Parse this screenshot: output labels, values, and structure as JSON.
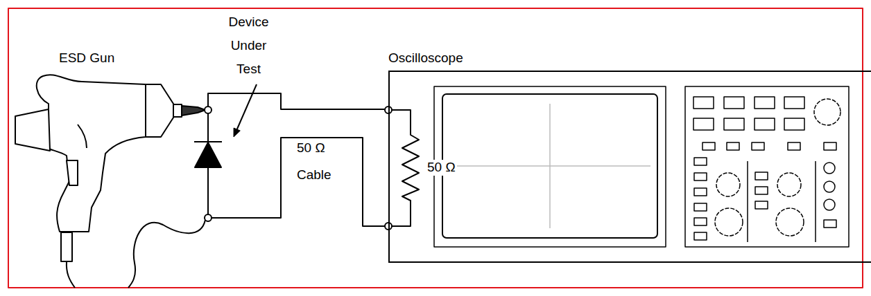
{
  "diagram": {
    "nodes": [
      {
        "text": [
          "Oscilloscope"
        ]
      }
    ],
    "labels": [
      "ESD Gun",
      "Device Under Test",
      "50 Ω Cable",
      "50 Ω"
    ]
  }
}
